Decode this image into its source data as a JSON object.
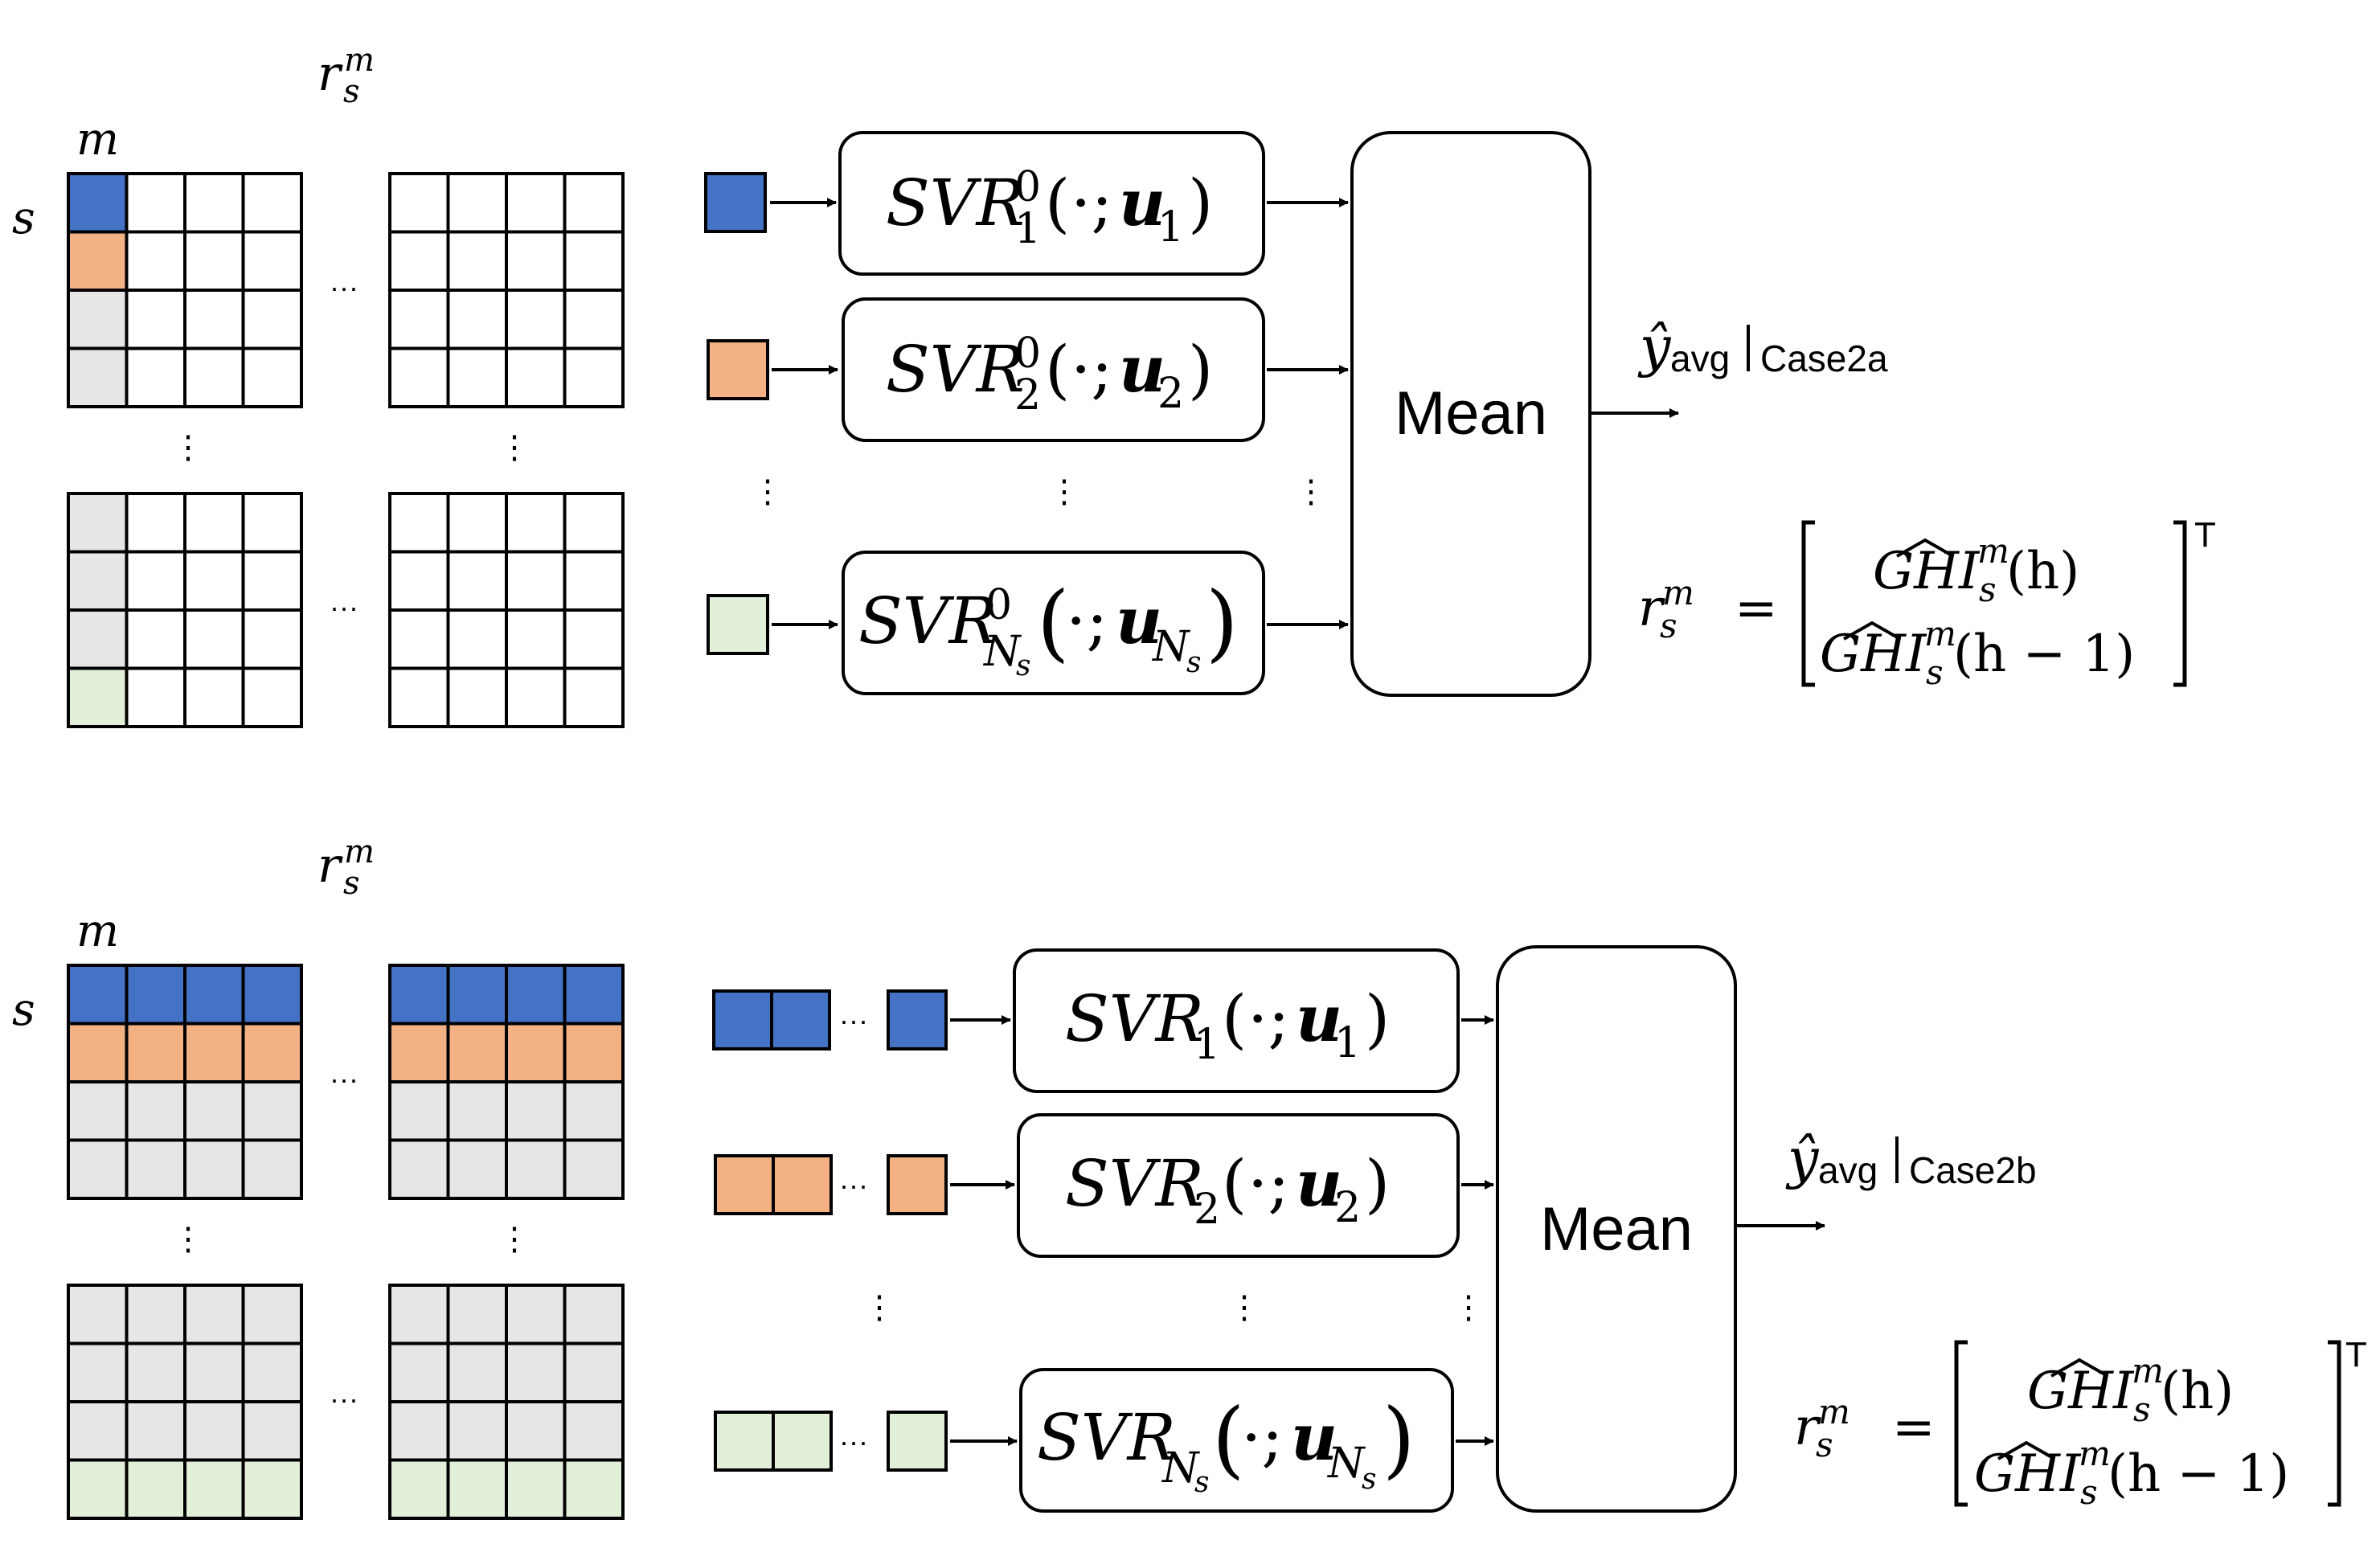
{
  "colors": {
    "blue": "#4472C4",
    "orange": "#F4B183",
    "green": "#E2F0D9",
    "gray": "#E7E6E6",
    "white": "#FFFFFF",
    "stroke": "#000000"
  },
  "common": {
    "r_base": "r",
    "sub_s": "s",
    "sup_m": "m",
    "axis_m": "m",
    "axis_s": "s",
    "ellipsis_h": "···",
    "ellipsis_v": "⋮",
    "mean_label": "Mean",
    "open_paren": "(",
    "close_paren": ")",
    "dot_semicolon": "·;",
    "u_base": "u",
    "N_base": "N",
    "svr_base": "SVR",
    "y_hat": "ŷ",
    "avg_sub": "avg",
    "equals": "=",
    "transpose": "T",
    "ghi": "GHI",
    "arg_h": "(h)",
    "arg_h1": "(h − 1)"
  },
  "sections": [
    {
      "id": "case2a",
      "tracked_label": "Case2a",
      "svr_sup": "0",
      "svr_subs": [
        "1",
        "2",
        "N_s"
      ],
      "u_subs": [
        "1",
        "2",
        "N_s"
      ]
    },
    {
      "id": "case2b",
      "tracked_label": "Case2b",
      "svr_sup": "",
      "svr_subs": [
        "1",
        "2",
        "N_s"
      ],
      "u_subs": [
        "1",
        "2",
        "N_s"
      ]
    }
  ]
}
